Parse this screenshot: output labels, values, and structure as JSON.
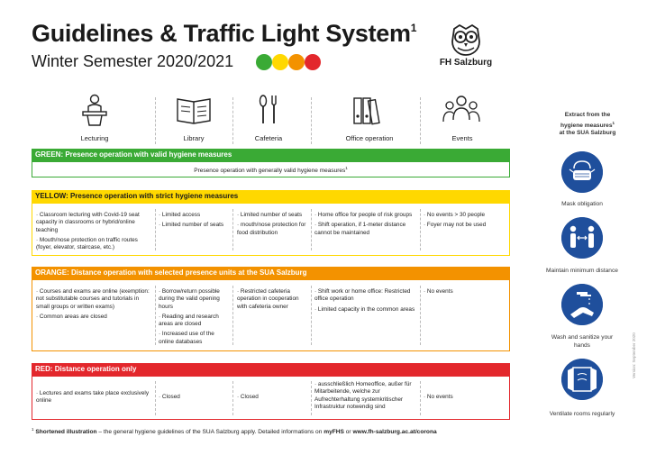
{
  "header": {
    "title": "Guidelines & Traffic Light System",
    "title_sup": "1",
    "subtitle": "Winter Semester 2020/2021",
    "logo_text": "FH Salzburg",
    "lights": [
      "#3aaa35",
      "#ffd800",
      "#f39200",
      "#e3272c"
    ]
  },
  "columns": [
    {
      "label": "Lecturing",
      "icon": "lectern-icon"
    },
    {
      "label": "Library",
      "icon": "book-icon"
    },
    {
      "label": "Cafeteria",
      "icon": "cutlery-icon"
    },
    {
      "label": "Office operation",
      "icon": "binders-icon"
    },
    {
      "label": "Events",
      "icon": "people-icon"
    }
  ],
  "levels": {
    "green": {
      "color": "#3aaa35",
      "title": "GREEN: Presence operation with valid hygiene measures",
      "text": "Presence operation with generally valid hygiene measures",
      "text_sup": "1"
    },
    "yellow": {
      "color": "#ffd800",
      "title": "YELLOW: Presence operation with strict hygiene measures",
      "cells": [
        [
          "Classroom lecturing with Covid-19 seat capacity in classrooms or hybrid/online teaching",
          "Mouth/nose protection on traffic routes (foyer, elevator, staircase, etc.)"
        ],
        [
          "Limited access",
          "Limited number of seats"
        ],
        [
          "Limited number of seats",
          "mouth/nose protection for food distribution"
        ],
        [
          "Home office for people of risk groups",
          "Shift operation, if 1-meter distance cannot be maintained"
        ],
        [
          "No events > 30 people",
          "Foyer may not be used"
        ]
      ]
    },
    "orange": {
      "color": "#f39200",
      "title": "ORANGE: Distance operation with selected presence units at the SUA Salzburg",
      "cells": [
        [
          "Courses and exams are online (exemption: not substitutable courses and tutorials in small groups or written exams)",
          "Common areas are closed"
        ],
        [
          "Borrow/return possible during the valid opening hours",
          "Reading and research areas are closed",
          "Increased use of the online databases"
        ],
        [
          "Restricted cafeteria operation in cooperation with cafeteria owner"
        ],
        [
          "Shift work or home office: Restricted office operation",
          "Limited capacity in the common areas"
        ],
        [
          "No events"
        ]
      ]
    },
    "red": {
      "color": "#e3272c",
      "title": "RED: Distance operation only",
      "cells": [
        [
          "Lectures and exams take place exclusively online"
        ],
        [
          "Closed"
        ],
        [
          "Closed"
        ],
        [
          "ausschließlich Homeoffice, außer für Mitarbeitende, welche zur Aufrechterhaltung systemkritischer Infrastruktur notwendig sind"
        ],
        [
          "No events"
        ]
      ]
    }
  },
  "sidebar": {
    "heading_line1": "Extract from the",
    "heading_line2": "hygiene measures",
    "heading_sup": "1",
    "heading_line3": "at the SUA Salzburg",
    "items": [
      {
        "label": "Mask obligation",
        "icon": "mask-icon"
      },
      {
        "label": "Maintain minimum distance",
        "icon": "distance-icon"
      },
      {
        "label": "Wash and sanitize your hands",
        "icon": "handwash-icon"
      },
      {
        "label": "Ventilate rooms regularly",
        "icon": "window-icon"
      }
    ],
    "version": "Version: September 2020"
  },
  "footnote": {
    "mark": "1",
    "bold_part": "Shortened illustration",
    "rest": " – the general hygiene guidelines of the SUA Salzburg apply. Detailed informations on ",
    "link1": "myFHS",
    "or": " or ",
    "link2": "www.fh-salzburg.ac.at/corona"
  }
}
